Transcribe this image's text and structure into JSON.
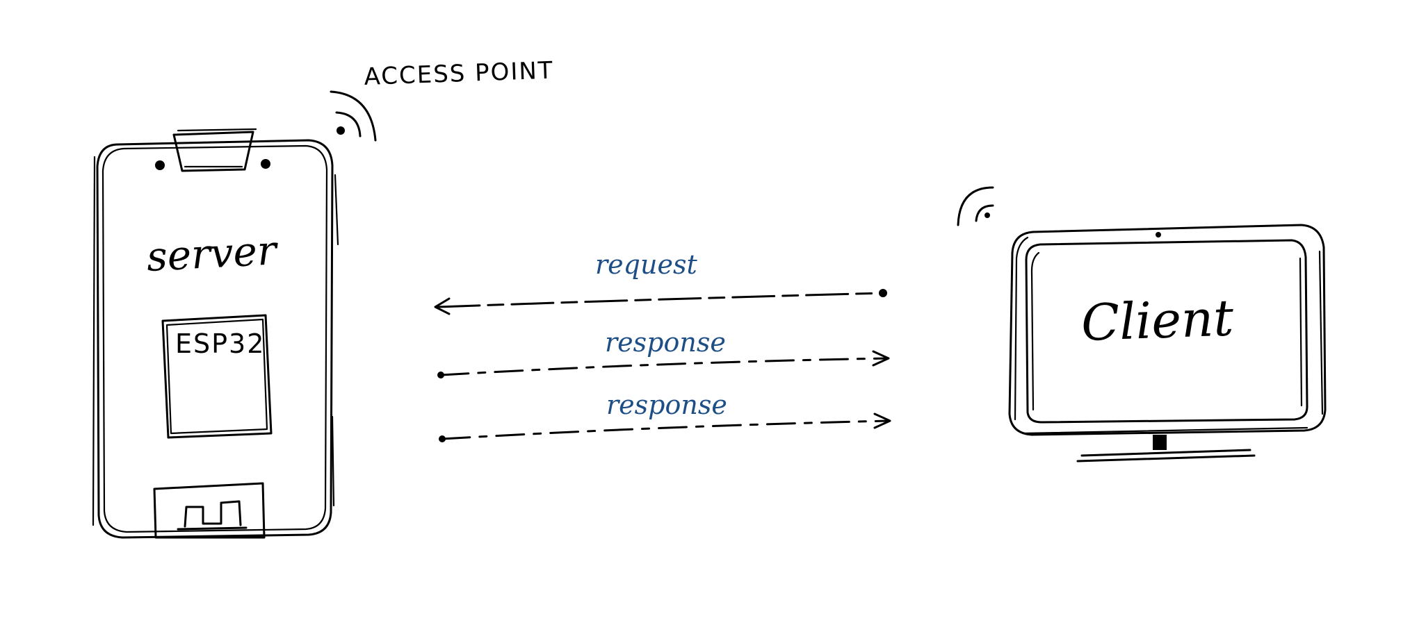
{
  "diagram": {
    "access_point_label": "ACCESS POINT",
    "server_label": "server",
    "chip_label": "ESP32",
    "client_label": "Client",
    "arrows": [
      {
        "label": "request",
        "direction": "to-server"
      },
      {
        "label": "response",
        "direction": "to-client"
      },
      {
        "label": "response",
        "direction": "to-client"
      }
    ]
  },
  "colors": {
    "ink": "#000000",
    "label_blue": "#1d4f86",
    "background": "#ffffff"
  },
  "icons": {
    "server_wifi": "wifi-signal-icon",
    "client_wifi": "wifi-signal-icon",
    "antenna": "pcb-antenna-icon",
    "monitor": "monitor-icon"
  }
}
